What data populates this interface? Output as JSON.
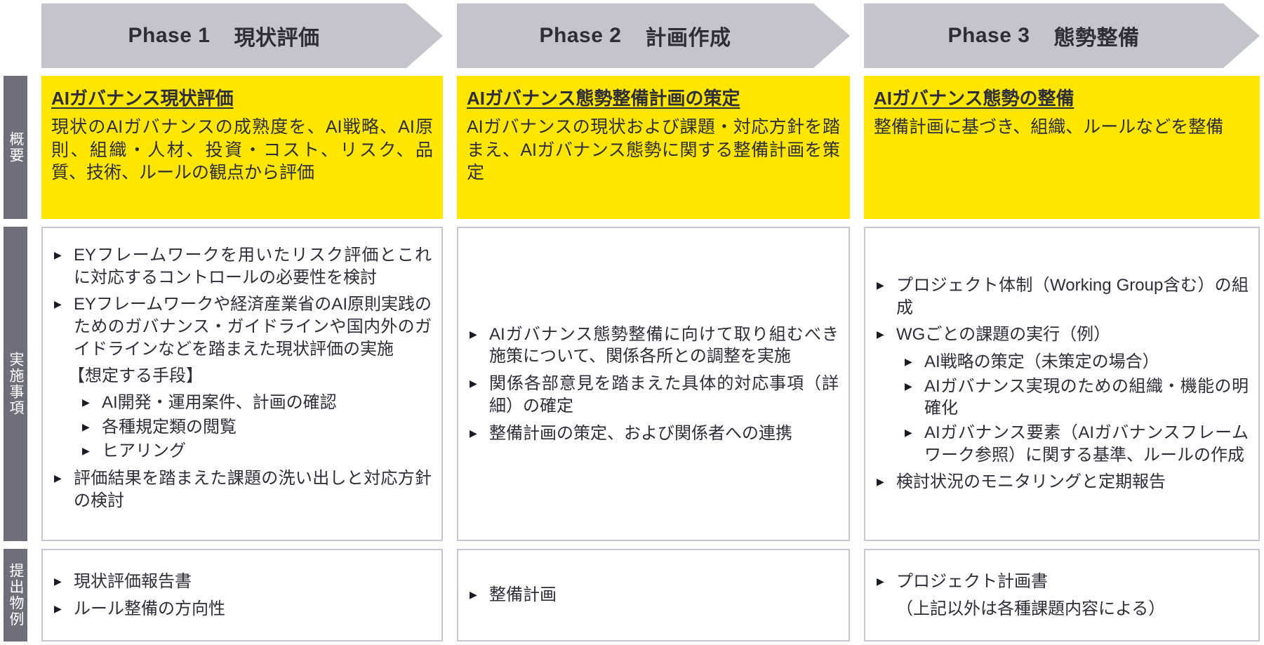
{
  "colors": {
    "arrow_bg": "#c4c4cd",
    "accent_yellow": "#ffe600",
    "sidebar_bg": "#6f6f7b",
    "text_dark": "#2e2e38",
    "box_border": "#c7c7d1"
  },
  "icons": {
    "bullet": "▶"
  },
  "sidebar": {
    "overview_label": "概要",
    "tasks_label": "実施事項",
    "deliverables_label": "提出物例"
  },
  "phases": [
    {
      "header": {
        "phase": "Phase 1",
        "name": "現状評価"
      },
      "overview": {
        "title": "AIガバナンス現状評価",
        "body": "現状のAIガバナンスの成熟度を、AI戦略、AI原則、組織・人材、投資・コスト、リスク、品質、技術、ルールの観点から評価"
      },
      "tasks": [
        {
          "level": 1,
          "text": "EYフレームワークを用いたリスク評価とこれに対応するコントロールの必要性を検討"
        },
        {
          "level": 1,
          "text": "EYフレームワークや経済産業省のAI原則実践のためのガバナンス・ガイドラインや国内外のガイドラインなどを踏まえた現状評価の実施"
        },
        {
          "level": 0,
          "text": "【想定する手段】"
        },
        {
          "level": 2,
          "text": "AI開発・運用案件、計画の確認"
        },
        {
          "level": 2,
          "text": "各種規定類の閲覧"
        },
        {
          "level": 2,
          "text": "ヒアリング"
        },
        {
          "level": 1,
          "text": "評価結果を踏まえた課題の洗い出しと対応方針の検討"
        }
      ],
      "deliverables": [
        {
          "level": 1,
          "text": "現状評価報告書"
        },
        {
          "level": 1,
          "text": "ルール整備の方向性"
        }
      ]
    },
    {
      "header": {
        "phase": "Phase 2",
        "name": "計画作成"
      },
      "overview": {
        "title": "AIガバナンス態勢整備計画の策定",
        "body": "AIガバナンスの現状および課題・対応方針を踏まえ、AIガバナンス態勢に関する整備計画を策定"
      },
      "tasks": [
        {
          "level": 1,
          "text": "AIガバナンス態勢整備に向けて取り組むべき施策について、関係各所との調整を実施"
        },
        {
          "level": 1,
          "text": "関係各部意見を踏まえた具体的対応事項（詳細）の確定"
        },
        {
          "level": 1,
          "text": "整備計画の策定、および関係者への連携"
        }
      ],
      "deliverables": [
        {
          "level": 1,
          "text": "整備計画"
        }
      ]
    },
    {
      "header": {
        "phase": "Phase 3",
        "name": "態勢整備"
      },
      "overview": {
        "title": "AIガバナンス態勢の整備",
        "body": "整備計画に基づき、組織、ルールなどを整備"
      },
      "tasks": [
        {
          "level": 1,
          "text": "プロジェクト体制（Working Group含む）の組成"
        },
        {
          "level": 1,
          "text": "WGごとの課題の実行（例）"
        },
        {
          "level": 2,
          "text": "AI戦略の策定（未策定の場合）"
        },
        {
          "level": 2,
          "text": "AIガバナンス実現のための組織・機能の明確化"
        },
        {
          "level": 2,
          "text": "AIガバナンス要素（AIガバナンスフレームワーク参照）に関する基準、ルールの作成"
        },
        {
          "level": 1,
          "text": "検討状況のモニタリングと定期報告"
        }
      ],
      "deliverables": [
        {
          "level": 1,
          "text": "プロジェクト計画書"
        },
        {
          "level": 0,
          "indent": true,
          "text": "（上記以外は各種課題内容による）"
        }
      ]
    }
  ]
}
